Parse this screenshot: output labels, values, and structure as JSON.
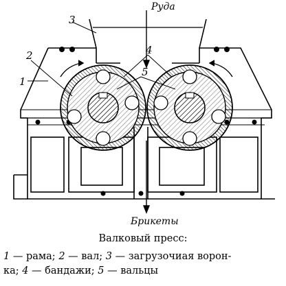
{
  "labels": {
    "ore": "Руда",
    "briquettes": "Брикеты",
    "n1": "1",
    "n2": "2",
    "n3": "3",
    "n4": "4",
    "n5": "5"
  },
  "caption": {
    "title": "Валковый пресс:",
    "legend": [
      {
        "num": "1",
        "text": " — рама;"
      },
      {
        "num": "2",
        "text": " — вал;"
      },
      {
        "num": "3",
        "text": " — загрузочиая ворон-"
      },
      {
        "num": "",
        "text": "ка;"
      },
      {
        "num": "4",
        "text": " — бандажи;"
      },
      {
        "num": "5",
        "text": " — вальцы"
      }
    ]
  },
  "colors": {
    "ink": "#000000",
    "paper": "#ffffff"
  }
}
